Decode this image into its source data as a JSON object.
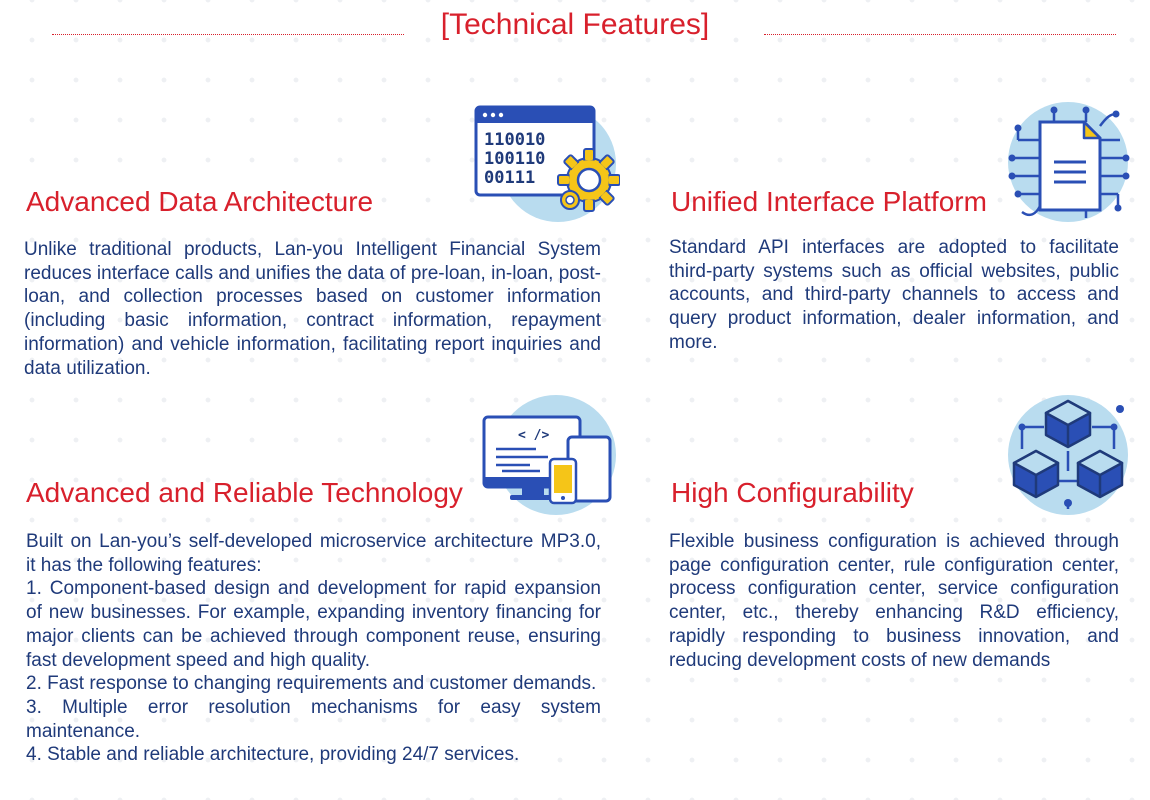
{
  "header": {
    "title": "[Technical Features]"
  },
  "colors": {
    "accent_red": "#d8202c",
    "text_blue": "#1f3a7a",
    "icon_blue": "#2a4fb5",
    "icon_light": "#b9dcef",
    "icon_yellow": "#f5c518"
  },
  "features": {
    "data_architecture": {
      "icon": "data-code-gear-icon",
      "title": "Advanced Data Architecture",
      "body": "Unlike traditional products, Lan-you Intelligent Financial System reduces interface calls and unifies the data of pre-loan, in-loan, post-loan, and collection processes based on customer information (including basic information, contract information, repayment information) and vehicle information, facilitating report inquiries and data utilization."
    },
    "interface_platform": {
      "icon": "document-network-icon",
      "title": "Unified Interface Platform",
      "body": "Standard API interfaces are adopted to facilitate third-party systems such as official websites, public accounts, and third-party channels to access and query product information, dealer information, and more."
    },
    "reliable_technology": {
      "icon": "multi-device-code-icon",
      "title": "Advanced and Reliable Technology",
      "intro": "Built on Lan-you’s self-developed microservice architecture MP3.0, it has the following features:",
      "items": [
        "1. Component-based design and development for rapid expansion of new businesses. For example, expanding inventory financing for major clients can be achieved through component reuse, ensuring fast development speed and high quality.",
        "2. Fast response to changing requirements and customer demands.",
        "3. Multiple error resolution mechanisms for easy system maintenance.",
        "4. Stable and reliable architecture, providing 24/7 services."
      ]
    },
    "configurability": {
      "icon": "cube-network-icon",
      "title": "High Configurability",
      "body": "Flexible business configuration is achieved through page configuration center, rule configuration center, process configuration center, service configuration center, etc., thereby enhancing R&D efficiency, rapidly responding to business innovation, and reducing development costs of new demands"
    }
  },
  "icon_text": {
    "binary_rows": [
      "110010",
      "100110",
      "00111"
    ],
    "code_tag": "< />"
  }
}
